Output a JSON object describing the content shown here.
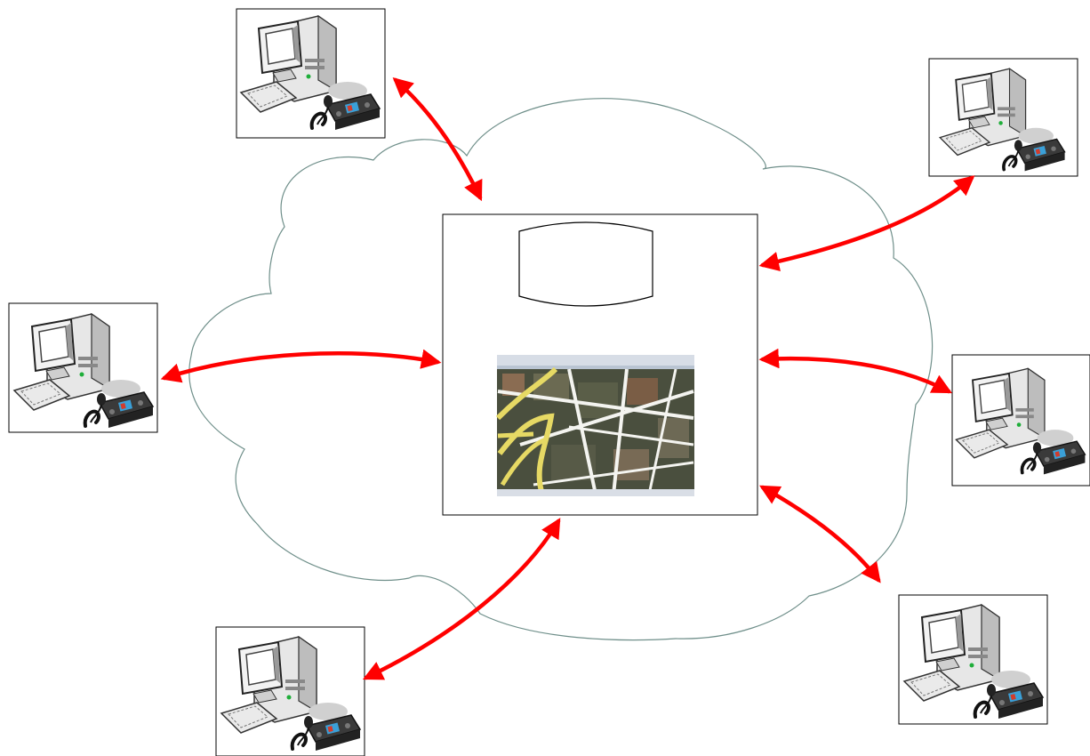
{
  "diagram": {
    "description": "",
    "colors": {
      "arrow": "#ff0000",
      "cloud_stroke": "#6f8f8a",
      "box_stroke": "#000000",
      "background": "#ffffff"
    },
    "server": {
      "components": [
        "database-cylinder",
        "map-screenshot"
      ]
    },
    "clients": [
      {
        "id": "client-top-left",
        "icon": "workstation-with-radio-icon"
      },
      {
        "id": "client-top-right",
        "icon": "workstation-with-radio-icon"
      },
      {
        "id": "client-left",
        "icon": "workstation-with-radio-icon"
      },
      {
        "id": "client-right",
        "icon": "workstation-with-radio-icon"
      },
      {
        "id": "client-bottom-left",
        "icon": "workstation-with-radio-icon"
      },
      {
        "id": "client-bottom-right",
        "icon": "workstation-with-radio-icon"
      }
    ],
    "connections": [
      {
        "from": "client-top-left",
        "to": "server",
        "type": "bidirectional"
      },
      {
        "from": "client-top-right",
        "to": "server",
        "type": "bidirectional"
      },
      {
        "from": "client-left",
        "to": "server",
        "type": "bidirectional"
      },
      {
        "from": "client-right",
        "to": "server",
        "type": "bidirectional"
      },
      {
        "from": "client-bottom-left",
        "to": "server",
        "type": "bidirectional"
      },
      {
        "from": "client-bottom-right",
        "to": "server",
        "type": "bidirectional"
      }
    ]
  }
}
